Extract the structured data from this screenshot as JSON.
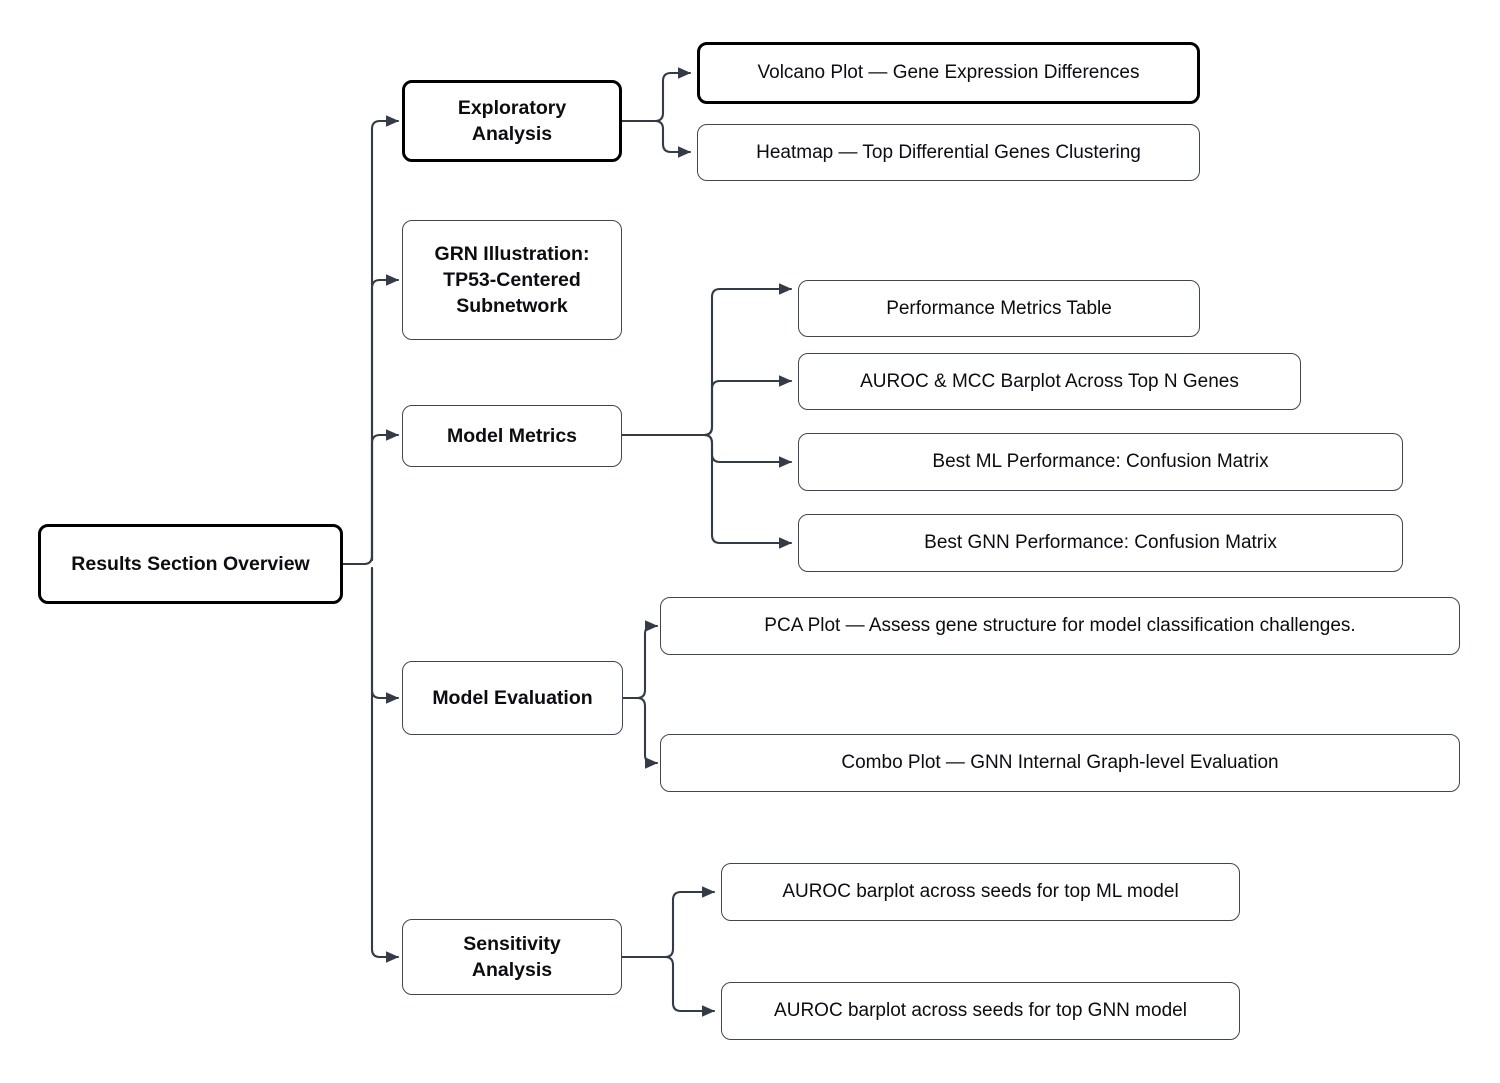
{
  "diagram": {
    "title": "Results Section Overview",
    "type": "tree-flowchart",
    "orientation": "left-to-right",
    "accent_line_color": "#333b47",
    "node_border_strong": "#000000",
    "node_border_light": "#3f4653",
    "background_color": "#ffffff",
    "root": {
      "label": "Results Section Overview",
      "emphasis": "strong"
    },
    "branches": [
      {
        "label": "Exploratory Analysis",
        "emphasis": "strong",
        "children": [
          {
            "label": "Volcano Plot — Gene Expression Differences",
            "emphasis": "strong"
          },
          {
            "label": "Heatmap — Top Differential Genes Clustering",
            "emphasis": "light"
          }
        ]
      },
      {
        "label": "GRN Illustration: TP53-Centered Subnetwork",
        "emphasis": "light",
        "children": []
      },
      {
        "label": "Model Metrics",
        "emphasis": "light",
        "children": [
          {
            "label": "Performance Metrics Table",
            "emphasis": "light"
          },
          {
            "label": "AUROC & MCC Barplot Across Top N Genes",
            "emphasis": "light"
          },
          {
            "label": "Best ML Performance: Confusion Matrix",
            "emphasis": "light"
          },
          {
            "label": "Best GNN Performance: Confusion Matrix",
            "emphasis": "light"
          }
        ]
      },
      {
        "label": "Model Evaluation",
        "emphasis": "light",
        "children": [
          {
            "label": "PCA Plot — Assess gene structure for model classification challenges.",
            "emphasis": "light"
          },
          {
            "label": "Combo Plot — GNN Internal Graph-level Evaluation",
            "emphasis": "light"
          }
        ]
      },
      {
        "label": "Sensitivity Analysis",
        "emphasis": "light",
        "children": [
          {
            "label": "AUROC barplot across seeds for top ML model",
            "emphasis": "light"
          },
          {
            "label": "AUROC barplot across seeds for top GNN model",
            "emphasis": "light"
          }
        ]
      }
    ],
    "node_text": {
      "root": "Results Section Overview",
      "b0": "Exploratory Analysis",
      "b0_line1": "Exploratory",
      "b0_line2": "Analysis",
      "b1_line1": "GRN Illustration:",
      "b1_line2": "TP53-Centered",
      "b1_line3": "Subnetwork",
      "b2": "Model Metrics",
      "b3": "Model Evaluation",
      "b4_line1": "Sensitivity",
      "b4_line2": "Analysis",
      "l0": "Volcano Plot — Gene Expression Differences",
      "l1": "Heatmap — Top Differential Genes Clustering",
      "l2": "Performance Metrics Table",
      "l3": "AUROC & MCC Barplot Across Top N Genes",
      "l4": "Best ML Performance: Confusion Matrix",
      "l5": "Best GNN Performance: Confusion Matrix",
      "l6": "PCA Plot — Assess gene structure for model classification challenges.",
      "l7": "Combo Plot — GNN Internal Graph-level Evaluation",
      "l8": "AUROC barplot across seeds for top ML model",
      "l9": "AUROC barplot across seeds for top GNN model"
    }
  }
}
